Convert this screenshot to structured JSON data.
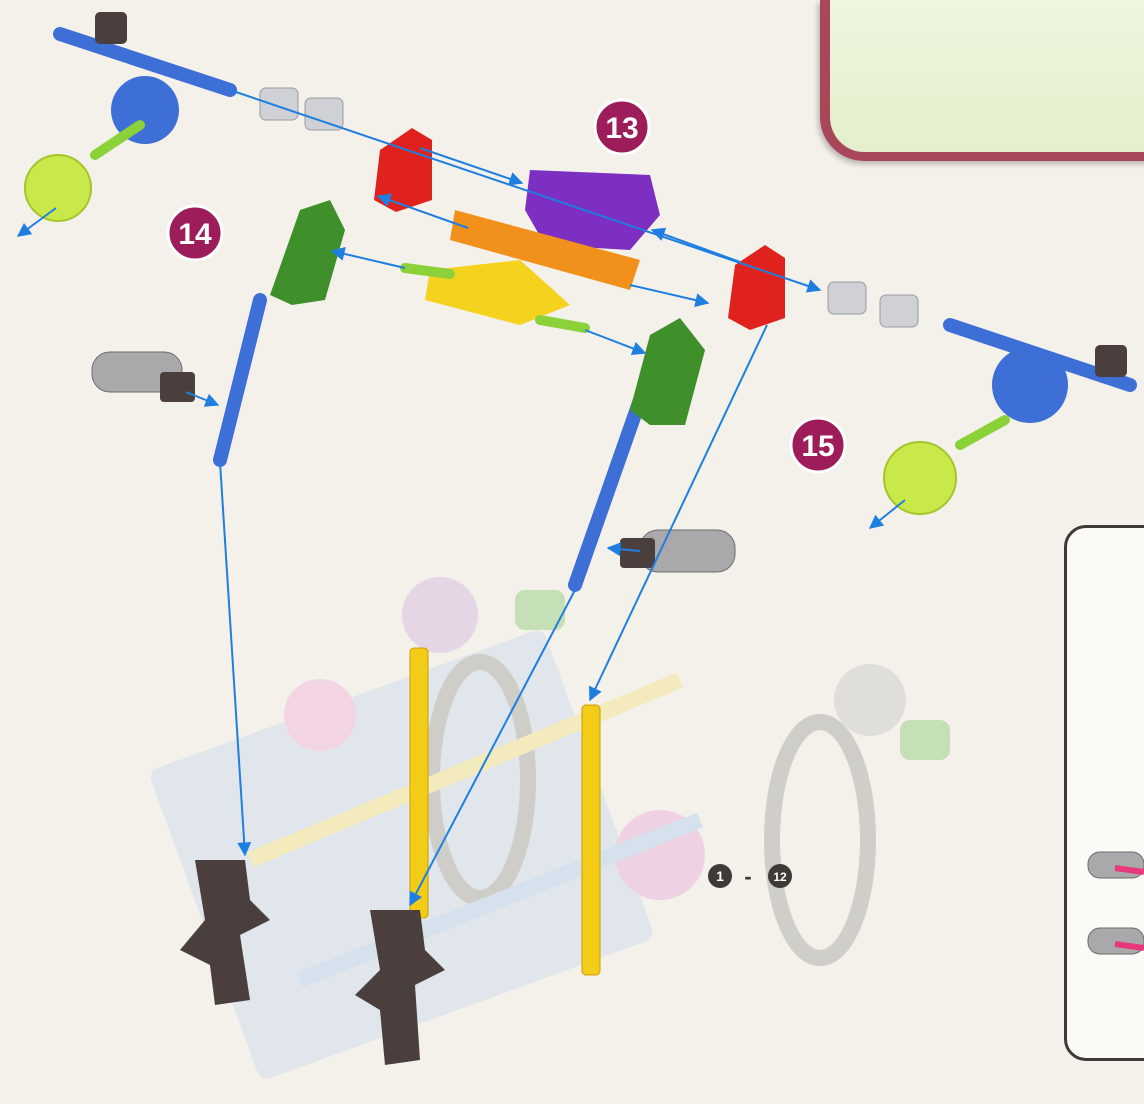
{
  "steps": [
    {
      "number": "13"
    },
    {
      "number": "14"
    },
    {
      "number": "15"
    }
  ],
  "range_label": {
    "from": "1",
    "dash": "-",
    "to": "12"
  },
  "colors": {
    "step_badge": "#9c1d5a",
    "arrow": "#1e7fe0",
    "rod_blue": "#3d6fd6",
    "connector_red": "#e0221e",
    "connector_green": "#3f8f2a",
    "connector_purple": "#7d2fc2",
    "connector_orange": "#f2901c",
    "connector_yellow": "#f4d21e",
    "wheel_lime": "#c9e84a",
    "spacer_gray": "#cfd1d6",
    "clip_dark": "#4a3f3c",
    "header_border": "#a8475a"
  }
}
